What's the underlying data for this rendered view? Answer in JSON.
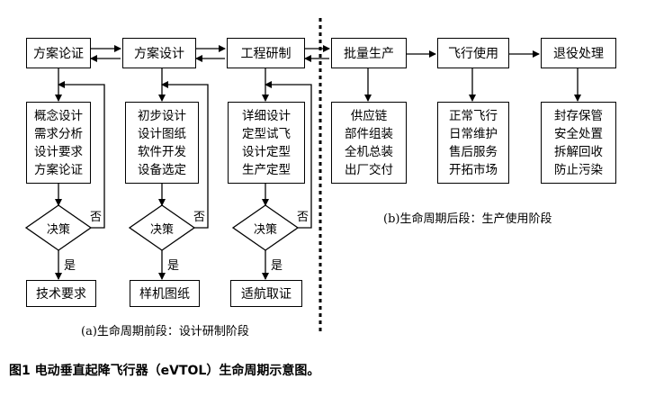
{
  "phase1": {
    "boxes": [
      "方案论证",
      "方案设计",
      "工程研制"
    ],
    "details": [
      [
        "概念设计",
        "需求分析",
        "设计要求",
        "方案论证"
      ],
      [
        "初步设计",
        "设计图纸",
        "软件开发",
        "设备选定"
      ],
      [
        "详细设计",
        "定型试飞",
        "设计定型",
        "生产定型"
      ]
    ],
    "decision": "决策",
    "no": "否",
    "yes": "是",
    "outputs": [
      "技术要求",
      "样机图纸",
      "适航取证"
    ],
    "caption": "(a)生命周期前段：设计研制阶段"
  },
  "phase2": {
    "boxes": [
      "批量生产",
      "飞行使用",
      "退役处理"
    ],
    "details": [
      [
        "供应链",
        "部件组装",
        "全机总装",
        "出厂交付"
      ],
      [
        "正常飞行",
        "日常维护",
        "售后服务",
        "开拓市场"
      ],
      [
        "封存保管",
        "安全处置",
        "拆解回收",
        "防止污染"
      ]
    ],
    "caption": "(b)生命周期后段：生产使用阶段"
  },
  "figure_caption": "图1 电动垂直起降飞行器（eVTOL）生命周期示意图。"
}
